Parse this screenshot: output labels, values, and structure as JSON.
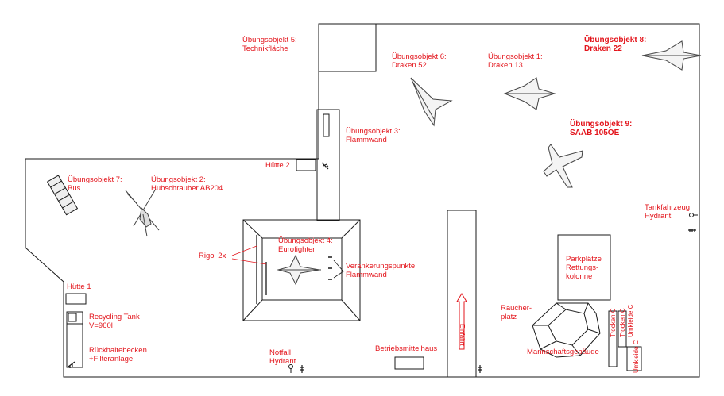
{
  "labels": {
    "obj5": [
      "Übungsobjekt 5:",
      "Technikfläche"
    ],
    "obj6": [
      "Übungsobjekt 6:",
      "Draken 52"
    ],
    "obj1": [
      "Übungsobjekt 1:",
      "Draken 13"
    ],
    "obj8": [
      "Übungsobjekt 8:",
      "Draken 22"
    ],
    "obj9": [
      "Übungsobjekt 9:",
      "SAAB 105OE"
    ],
    "obj3": [
      "Übungsobjekt 3:",
      "Flammwand"
    ],
    "huette2": "Hütte 2",
    "obj7": [
      "Übungsobjekt 7:",
      "Bus"
    ],
    "obj2": [
      "Übungsobjekt 2:",
      "Hubschrauber AB204"
    ],
    "tank": [
      "Tankfahrzeug",
      "Hydrant"
    ],
    "obj4": [
      "Übungsobjekt 4:",
      "Eurofighter"
    ],
    "rigol": "Rigol 2x",
    "veranker": [
      "Verankerungspunkte",
      "Flammwand"
    ],
    "parkplaetze": [
      "Parkplätze",
      "Rettungs-",
      "kolonne"
    ],
    "huette1": "Hütte 1",
    "recycling": [
      "Recycling Tank",
      "V=960l"
    ],
    "rueckhalte": [
      "Rückhaltebecken",
      "+Filteranlage"
    ],
    "notfall": [
      "Notfall",
      "Hydrant"
    ],
    "betrieb": "Betriebsmittelhaus",
    "einfahrt": "Einfahrt",
    "raucher": [
      "Raucher-",
      "platz"
    ],
    "mannschaft": "Mannschaftsgebäude",
    "trockenC1": "Trocken C",
    "trockenC2": "Trocken C",
    "umkleideC1": "Umkleide C",
    "umkleideC2": "Umkleide C"
  },
  "colors": {
    "label": "#e3141b",
    "line": "#1a1a1a"
  }
}
